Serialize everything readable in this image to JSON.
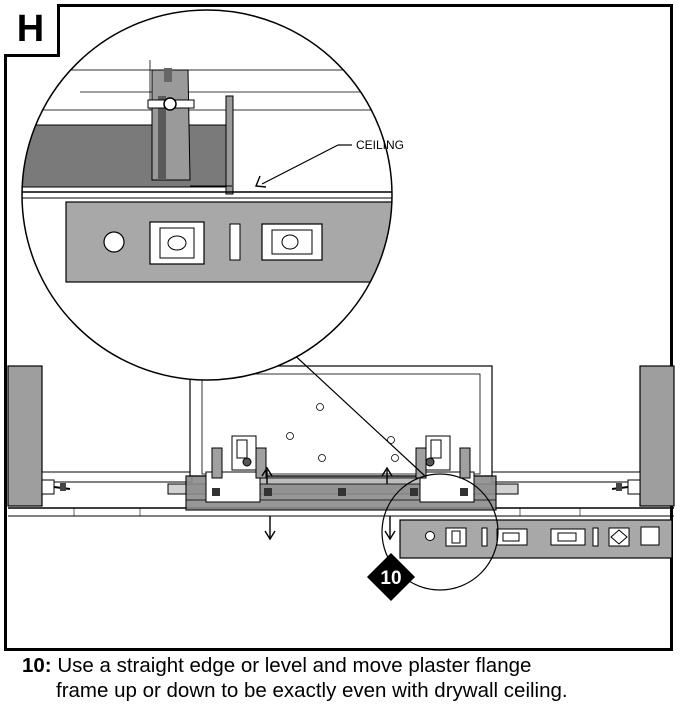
{
  "step": {
    "letter": "H"
  },
  "callout": {
    "ceiling_label": "CEILING"
  },
  "marker": {
    "number": "10"
  },
  "instruction": {
    "number": "10:",
    "line1": "Use a straight edge or level and move plaster flange",
    "line2": "frame up or down to be exactly even with drywall ceiling."
  },
  "colors": {
    "stroke": "#000000",
    "dark_gray": "#777777",
    "mid_gray": "#a9a9a9",
    "light_gray": "#d6d6d6",
    "panel_gray": "#9b9b9b",
    "marker_fill": "#000000"
  }
}
